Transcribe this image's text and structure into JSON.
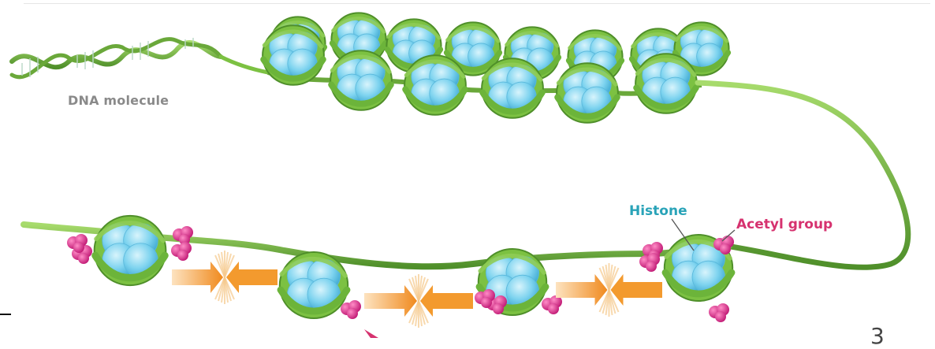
{
  "labels": {
    "dna_molecule": "DNA molecule",
    "histone": "Histone",
    "acetyl_group": "Acetyl group"
  },
  "page_number": "3",
  "colors": {
    "dna_strand": "#7cc142",
    "dna_strand_dark": "#4f8f2a",
    "histone": "#7dd3ef",
    "histone_dark": "#3aa6cf",
    "acetyl": "#e0318f",
    "arrow_orange": "#f39a2e",
    "label_gray": "#8a8a8a",
    "label_teal": "#29a3b8",
    "label_magenta": "#d6326f"
  },
  "icons": {
    "condensed_chromatin": "compact-nucleosome-cluster",
    "open_chromatin": "acetylated-nucleosomes",
    "repulsion": "double-orange-arrows-icon"
  }
}
